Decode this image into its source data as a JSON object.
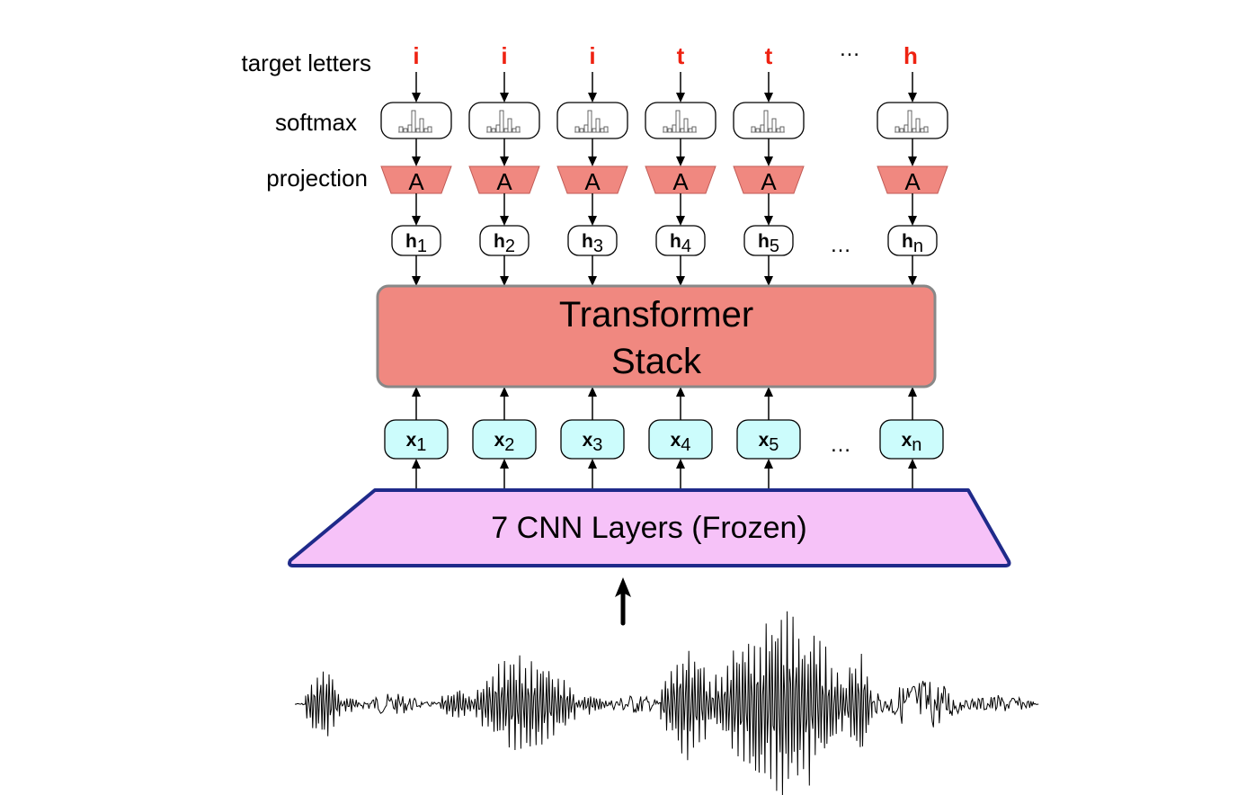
{
  "row_labels": {
    "target": "target letters",
    "softmax": "softmax",
    "projection": "projection"
  },
  "target_letters": [
    "i",
    "i",
    "i",
    "t",
    "t",
    "h"
  ],
  "projection_label": "A",
  "hidden_tokens": [
    {
      "base": "h",
      "sub": "1"
    },
    {
      "base": "h",
      "sub": "2"
    },
    {
      "base": "h",
      "sub": "3"
    },
    {
      "base": "h",
      "sub": "4"
    },
    {
      "base": "h",
      "sub": "5"
    },
    {
      "base": "h",
      "sub": "n"
    }
  ],
  "input_tokens": [
    {
      "base": "x",
      "sub": "1"
    },
    {
      "base": "x",
      "sub": "2"
    },
    {
      "base": "x",
      "sub": "3"
    },
    {
      "base": "x",
      "sub": "4"
    },
    {
      "base": "x",
      "sub": "5"
    },
    {
      "base": "x",
      "sub": "n"
    }
  ],
  "ellipsis": "…",
  "transformer": {
    "line1": "Transformer",
    "line2": "Stack"
  },
  "cnn": {
    "label": "7 CNN Layers (Frozen)"
  },
  "waveform": {
    "label": "speech-waveform"
  },
  "colors": {
    "target_letter": "#ee2211",
    "projection_fill": "#f08880",
    "transformer_fill": "#f08880",
    "transformer_stroke": "#888888",
    "input_fill": "#ccfcfc",
    "cnn_fill": "#f6c2f8",
    "cnn_stroke": "#1f2a8a"
  }
}
